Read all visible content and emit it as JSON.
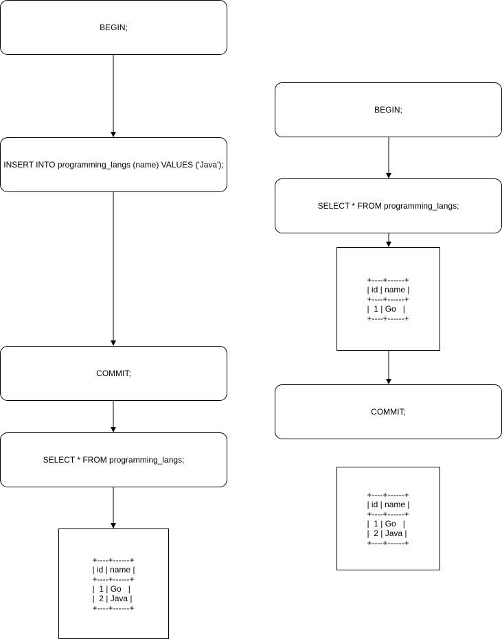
{
  "left_flow": {
    "begin": "BEGIN;",
    "insert": "INSERT INTO programming_langs (name) VALUES ('Java');",
    "commit": "COMMIT;",
    "select": "SELECT * FROM programming_langs;",
    "result": [
      "+----+------+",
      "| id | name |",
      "+----+------+",
      "|  1 | Go   |",
      "|  2 | Java |",
      "+----+------+"
    ]
  },
  "right_flow": {
    "begin": "BEGIN;",
    "select": "SELECT * FROM programming_langs;",
    "result_before_commit": [
      "+----+------+",
      "| id | name |",
      "+----+------+",
      "|  1 | Go   |",
      "+----+------+"
    ],
    "commit": "COMMIT;",
    "result_after_commit": [
      "+----+------+",
      "| id | name |",
      "+----+------+",
      "|  1 | Go   |",
      "|  2 | Java |",
      "+----+------+"
    ]
  }
}
